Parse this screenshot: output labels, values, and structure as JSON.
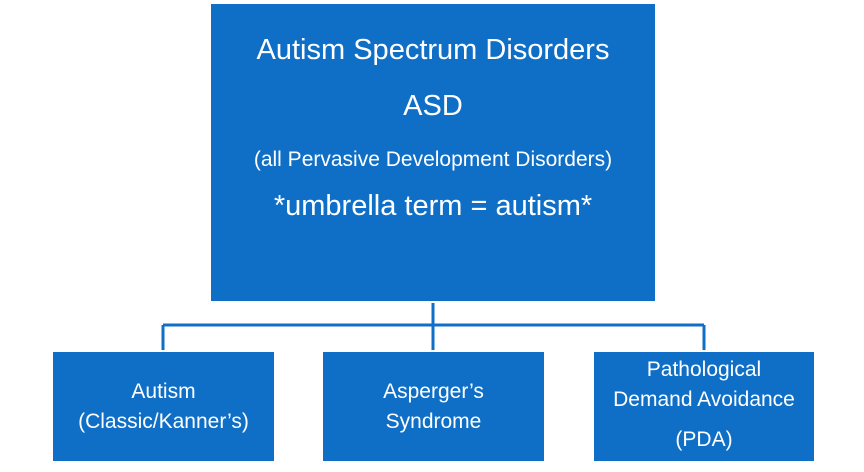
{
  "diagram": {
    "root": {
      "title": "Autism Spectrum Disorders",
      "abbreviation": "ASD",
      "subtitle": "(all Pervasive Development Disorders)",
      "note": "*umbrella term = autism*"
    },
    "children": [
      {
        "line1": "Autism",
        "line2": "(Classic/Kanner’s)"
      },
      {
        "line1": "Asperger’s",
        "line2": "Syndrome"
      },
      {
        "line1": "Pathological",
        "line2": "Demand Avoidance",
        "line3": "(PDA)"
      }
    ],
    "colors": {
      "box_fill": "#0f6fc6",
      "connector": "#0f6fc6",
      "text": "#ffffff"
    }
  }
}
